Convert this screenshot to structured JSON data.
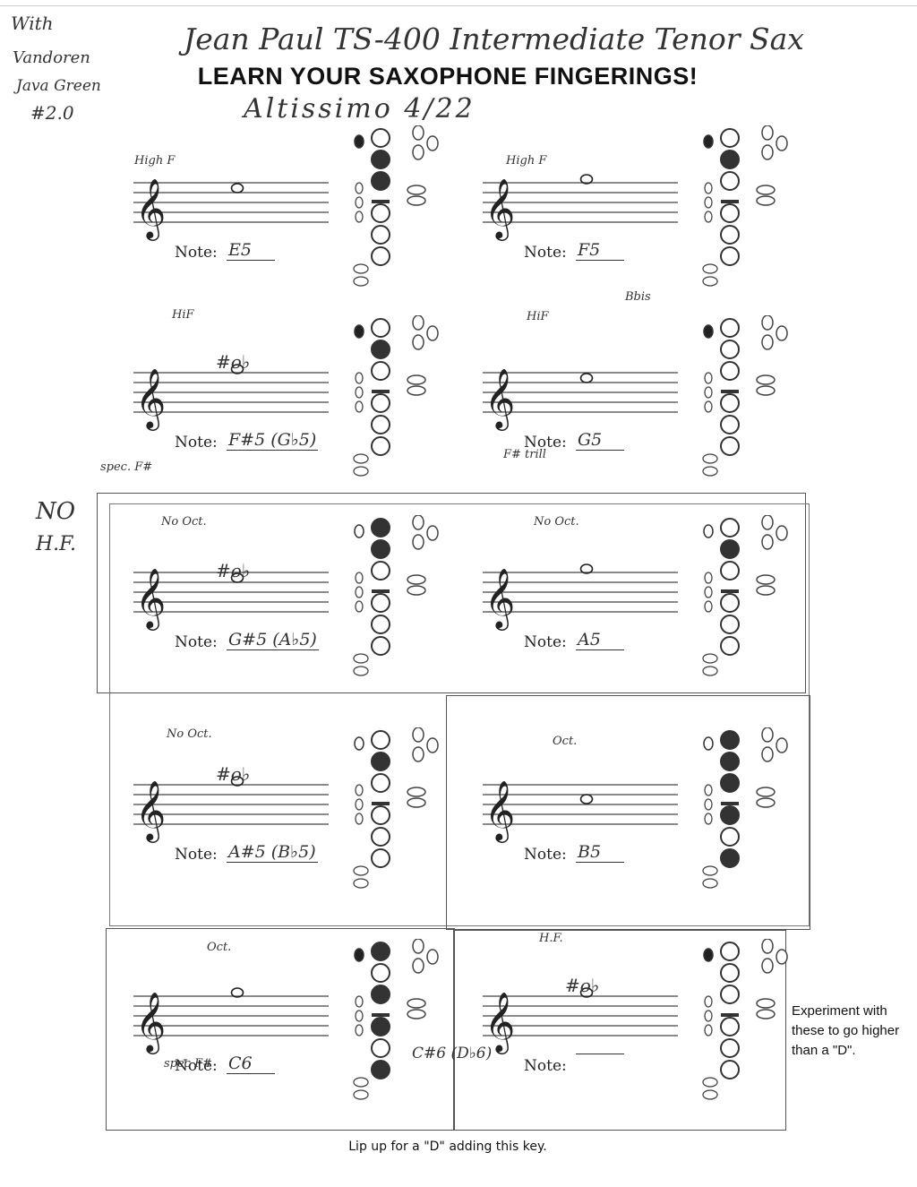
{
  "header": {
    "top_left_note": [
      "With",
      "Vandoren",
      "Java Green",
      "#2.0"
    ],
    "handwritten_title": "Jean Paul TS-400 Intermediate Tenor Sax",
    "printed_title": "LEARN YOUR SAXOPHONE FINGERINGS!",
    "subtitle": "Altissimo 4/22"
  },
  "labels": {
    "note": "Note:"
  },
  "group_note": [
    "NO",
    "H.F."
  ],
  "cells": [
    {
      "note": "E5",
      "annotations": [
        "High F"
      ],
      "accidental": ""
    },
    {
      "note": "F5",
      "annotations": [
        "High F"
      ],
      "accidental": ""
    },
    {
      "note": "F#5 (G♭5)",
      "annotations": [
        "HiF",
        "spec. F#"
      ],
      "accidental": "#o♭"
    },
    {
      "note": "G5",
      "annotations": [
        "HiF",
        "Bbis",
        "F# trill"
      ],
      "accidental": ""
    },
    {
      "note": "G#5 (A♭5)",
      "annotations": [
        "No Oct."
      ],
      "accidental": "#o♭"
    },
    {
      "note": "A5",
      "annotations": [
        "No Oct."
      ],
      "accidental": ""
    },
    {
      "note": "A#5 (B♭5)",
      "annotations": [
        "No Oct."
      ],
      "accidental": "#o♭"
    },
    {
      "note": "B5",
      "annotations": [
        "Oct."
      ],
      "accidental": ""
    },
    {
      "note": "C6",
      "annotations": [
        "Oct.",
        "spec F#"
      ],
      "accidental": ""
    },
    {
      "note": "",
      "annotations": [
        "H.F.",
        "C#6 (D♭6)"
      ],
      "accidental": "#o♭"
    }
  ],
  "side_note": "Experiment with these to go higher than a \"D\".",
  "footer": "Lip up for a \"D\" adding this key."
}
